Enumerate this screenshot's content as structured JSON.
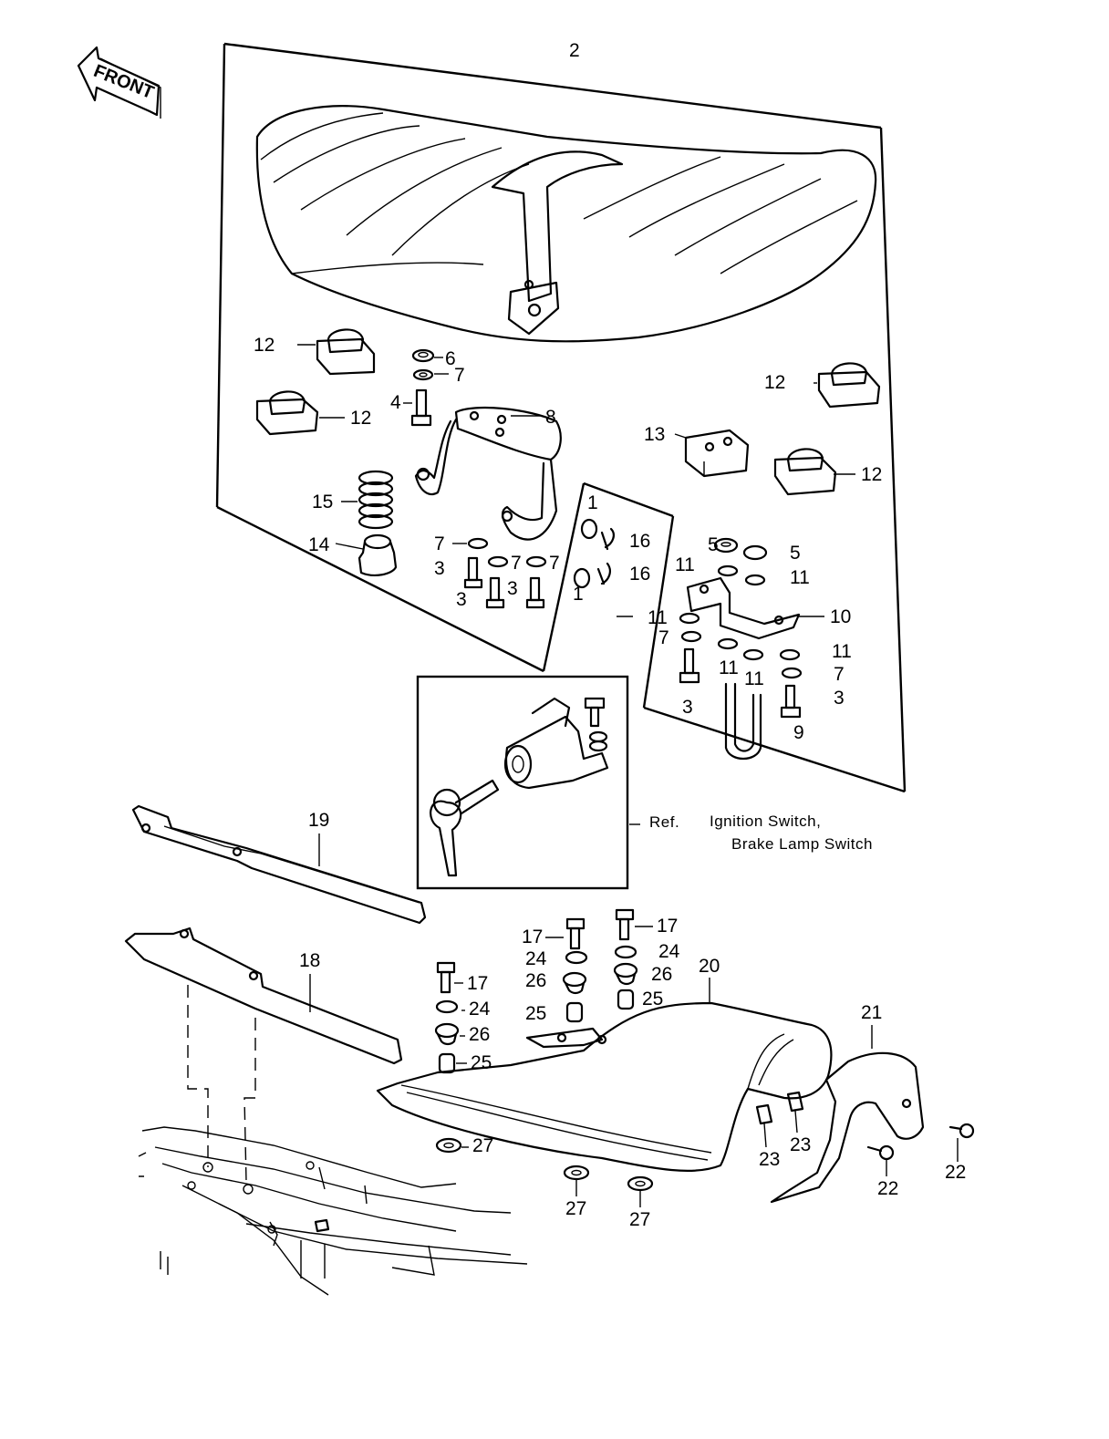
{
  "front_arrow": {
    "label": "FRONT",
    "icon": "front-arrow-icon"
  },
  "reference_note": {
    "prefix": "Ref.",
    "line1": "Ignition Switch,",
    "line2": "Brake Lamp Switch"
  },
  "callouts": {
    "c2": "2",
    "c12a": "12",
    "c12b": "12",
    "c12c": "12",
    "c12d": "12",
    "c6": "6",
    "c7a": "7",
    "c4": "4",
    "c8": "8",
    "c13": "13",
    "c15": "15",
    "c14": "14",
    "c7b": "7",
    "c3a": "3",
    "c7c": "7",
    "c7d": "7",
    "c3b": "3",
    "c3c": "3",
    "c1a": "1",
    "c16a": "16",
    "c1b": "1",
    "c16b": "16",
    "c5a": "5",
    "c5b": "5",
    "c11a": "11",
    "c11b": "11",
    "c11c": "11",
    "c10": "10",
    "c7e": "7",
    "c11d": "11",
    "c11e": "11",
    "c11f": "11",
    "c7f": "7",
    "c3d": "3",
    "c3e": "3",
    "c9": "9",
    "c19": "19",
    "c18": "18",
    "c17a": "17",
    "c17b": "17",
    "c17c": "17",
    "c24a": "24",
    "c24b": "24",
    "c24c": "24",
    "c26a": "26",
    "c26b": "26",
    "c26c": "26",
    "c25a": "25",
    "c25b": "25",
    "c25c": "25",
    "c20": "20",
    "c21": "21",
    "c27a": "27",
    "c27b": "27",
    "c27c": "27",
    "c23a": "23",
    "c23b": "23",
    "c22a": "22",
    "c22b": "22"
  }
}
